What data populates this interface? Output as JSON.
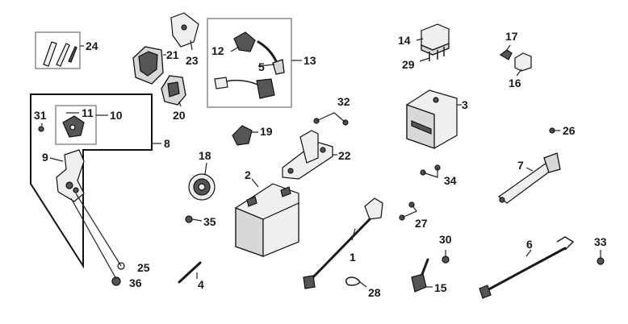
{
  "labels": {
    "p1": "1",
    "p2": "2",
    "p3": "3",
    "p4": "4",
    "p5": "5",
    "p6": "6",
    "p7": "7",
    "p8": "8",
    "p9": "9",
    "p10": "10",
    "p11": "11",
    "p12": "12",
    "p13": "13",
    "p14": "14",
    "p15": "15",
    "p16": "16",
    "p17": "17",
    "p18": "18",
    "p19": "19",
    "p20": "20",
    "p21": "21",
    "p22": "22",
    "p23": "23",
    "p24": "24",
    "p25": "25",
    "p26": "26",
    "p27": "27",
    "p28": "28",
    "p29": "29",
    "p30": "30",
    "p31": "31",
    "p32": "32",
    "p33": "33",
    "p34": "34",
    "p35": "35",
    "p36": "36"
  }
}
